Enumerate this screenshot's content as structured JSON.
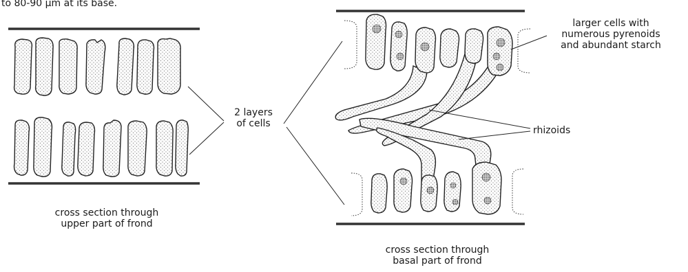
{
  "caption_fragment": "to 80-90 µm at its base.",
  "label_layers": [
    "2 layers",
    "of cells"
  ],
  "label_larger_cells": [
    "larger cells with",
    "numerous pyrenoids",
    "and abundant starch"
  ],
  "label_rhizoids": "rhizoids",
  "caption_left": [
    "cross section through",
    "upper part of frond"
  ],
  "caption_right": [
    "cross section through",
    "basal part of frond"
  ]
}
